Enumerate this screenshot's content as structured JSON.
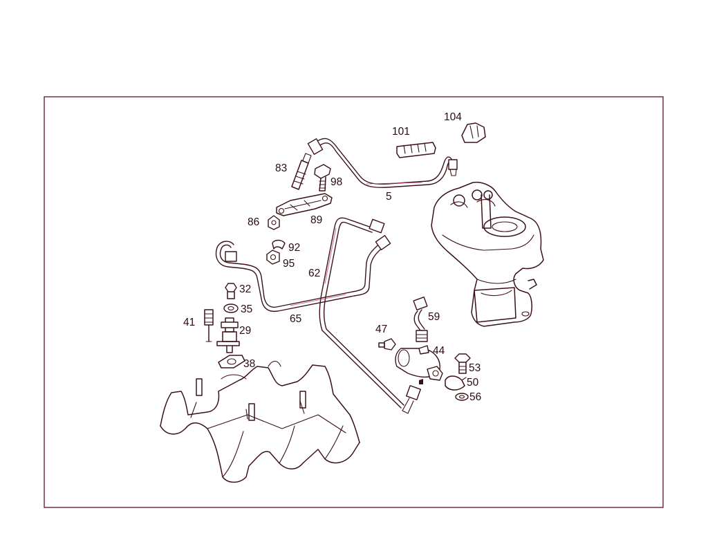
{
  "diagram": {
    "callouts": [
      {
        "id": "c5",
        "label": "5"
      },
      {
        "id": "c29",
        "label": "29"
      },
      {
        "id": "c32",
        "label": "32"
      },
      {
        "id": "c35",
        "label": "35"
      },
      {
        "id": "c38",
        "label": "38"
      },
      {
        "id": "c41",
        "label": "41"
      },
      {
        "id": "c44",
        "label": "44"
      },
      {
        "id": "c47",
        "label": "47"
      },
      {
        "id": "c50",
        "label": "50"
      },
      {
        "id": "c53",
        "label": "53"
      },
      {
        "id": "c56",
        "label": "56"
      },
      {
        "id": "c59",
        "label": "59"
      },
      {
        "id": "c62",
        "label": "62"
      },
      {
        "id": "c65",
        "label": "65"
      },
      {
        "id": "c83",
        "label": "83"
      },
      {
        "id": "c86",
        "label": "86"
      },
      {
        "id": "c89",
        "label": "89"
      },
      {
        "id": "c92",
        "label": "92"
      },
      {
        "id": "c95",
        "label": "95"
      },
      {
        "id": "c98",
        "label": "98"
      },
      {
        "id": "c101",
        "label": "101"
      },
      {
        "id": "c104",
        "label": "104"
      }
    ]
  }
}
